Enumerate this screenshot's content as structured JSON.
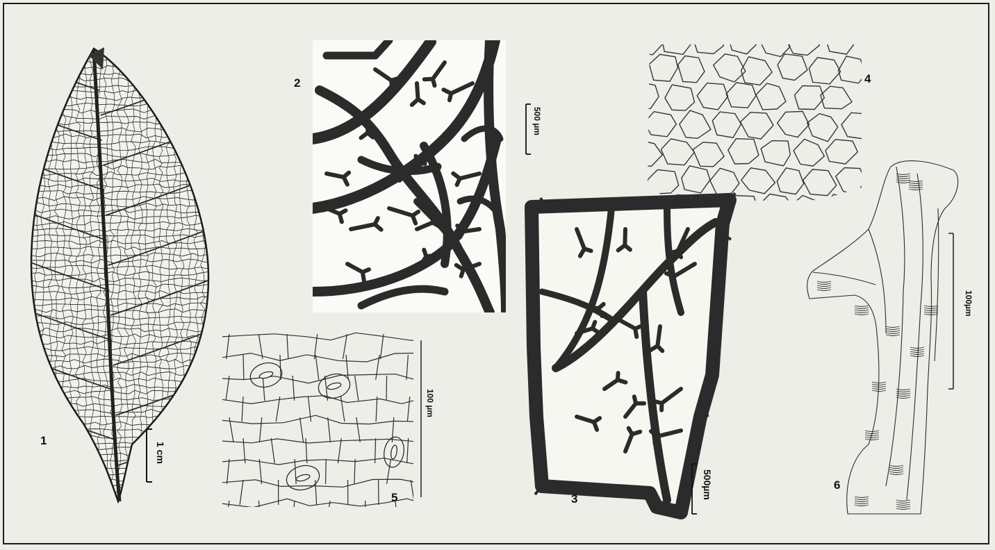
{
  "figure": {
    "panels": [
      {
        "id": "1",
        "label": "1",
        "scale": "1 cm"
      },
      {
        "id": "2",
        "label": "2",
        "scale": "500 µm"
      },
      {
        "id": "3",
        "label": "3",
        "scale": "500µm"
      },
      {
        "id": "4",
        "label": "4",
        "scale": ""
      },
      {
        "id": "5",
        "label": "5",
        "scale": "100 µm"
      },
      {
        "id": "6",
        "label": "6",
        "scale": "100µm"
      }
    ]
  },
  "colors": {
    "background": "#eeeee8",
    "ink": "#1c1c1c",
    "vein": "#3a3a3a"
  }
}
